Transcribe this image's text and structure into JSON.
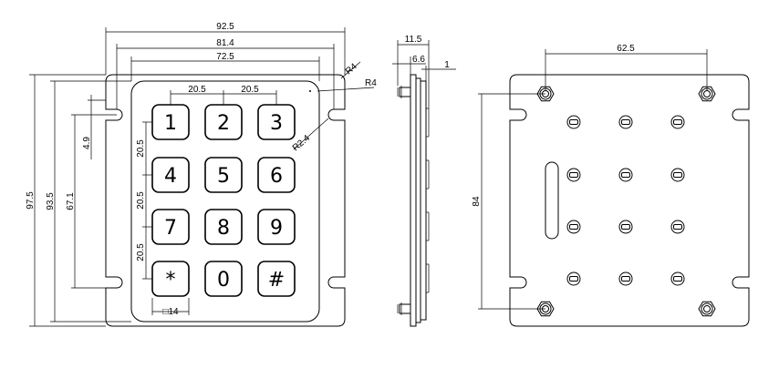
{
  "front_view": {
    "dims": {
      "overall_width": "92.5",
      "hole_pitch_width": "81.4",
      "keypad_width": "72.5",
      "key_pitch_x1": "20.5",
      "key_pitch_x2": "20.5",
      "corner_radius_top": "R4",
      "corner_radius_keypad": "R4",
      "slot_radius": "R2.4",
      "overall_height": "97.5",
      "keypad_height": "93.5",
      "slot_pitch_height": "67.1",
      "slot_offset": "4.9",
      "key_pitch_y1": "20.5",
      "key_pitch_y2": "20.5",
      "key_pitch_y3": "20.5",
      "key_size": "□14"
    },
    "keys": [
      "1",
      "2",
      "3",
      "4",
      "5",
      "6",
      "7",
      "8",
      "9",
      "*",
      "0",
      "#"
    ]
  },
  "side_view": {
    "dims": {
      "total_depth": "11.5",
      "body_depth": "6.6",
      "plate_thickness": "1"
    }
  },
  "rear_view": {
    "dims": {
      "stud_pitch_width": "62.5",
      "stud_pitch_height": "84"
    }
  }
}
